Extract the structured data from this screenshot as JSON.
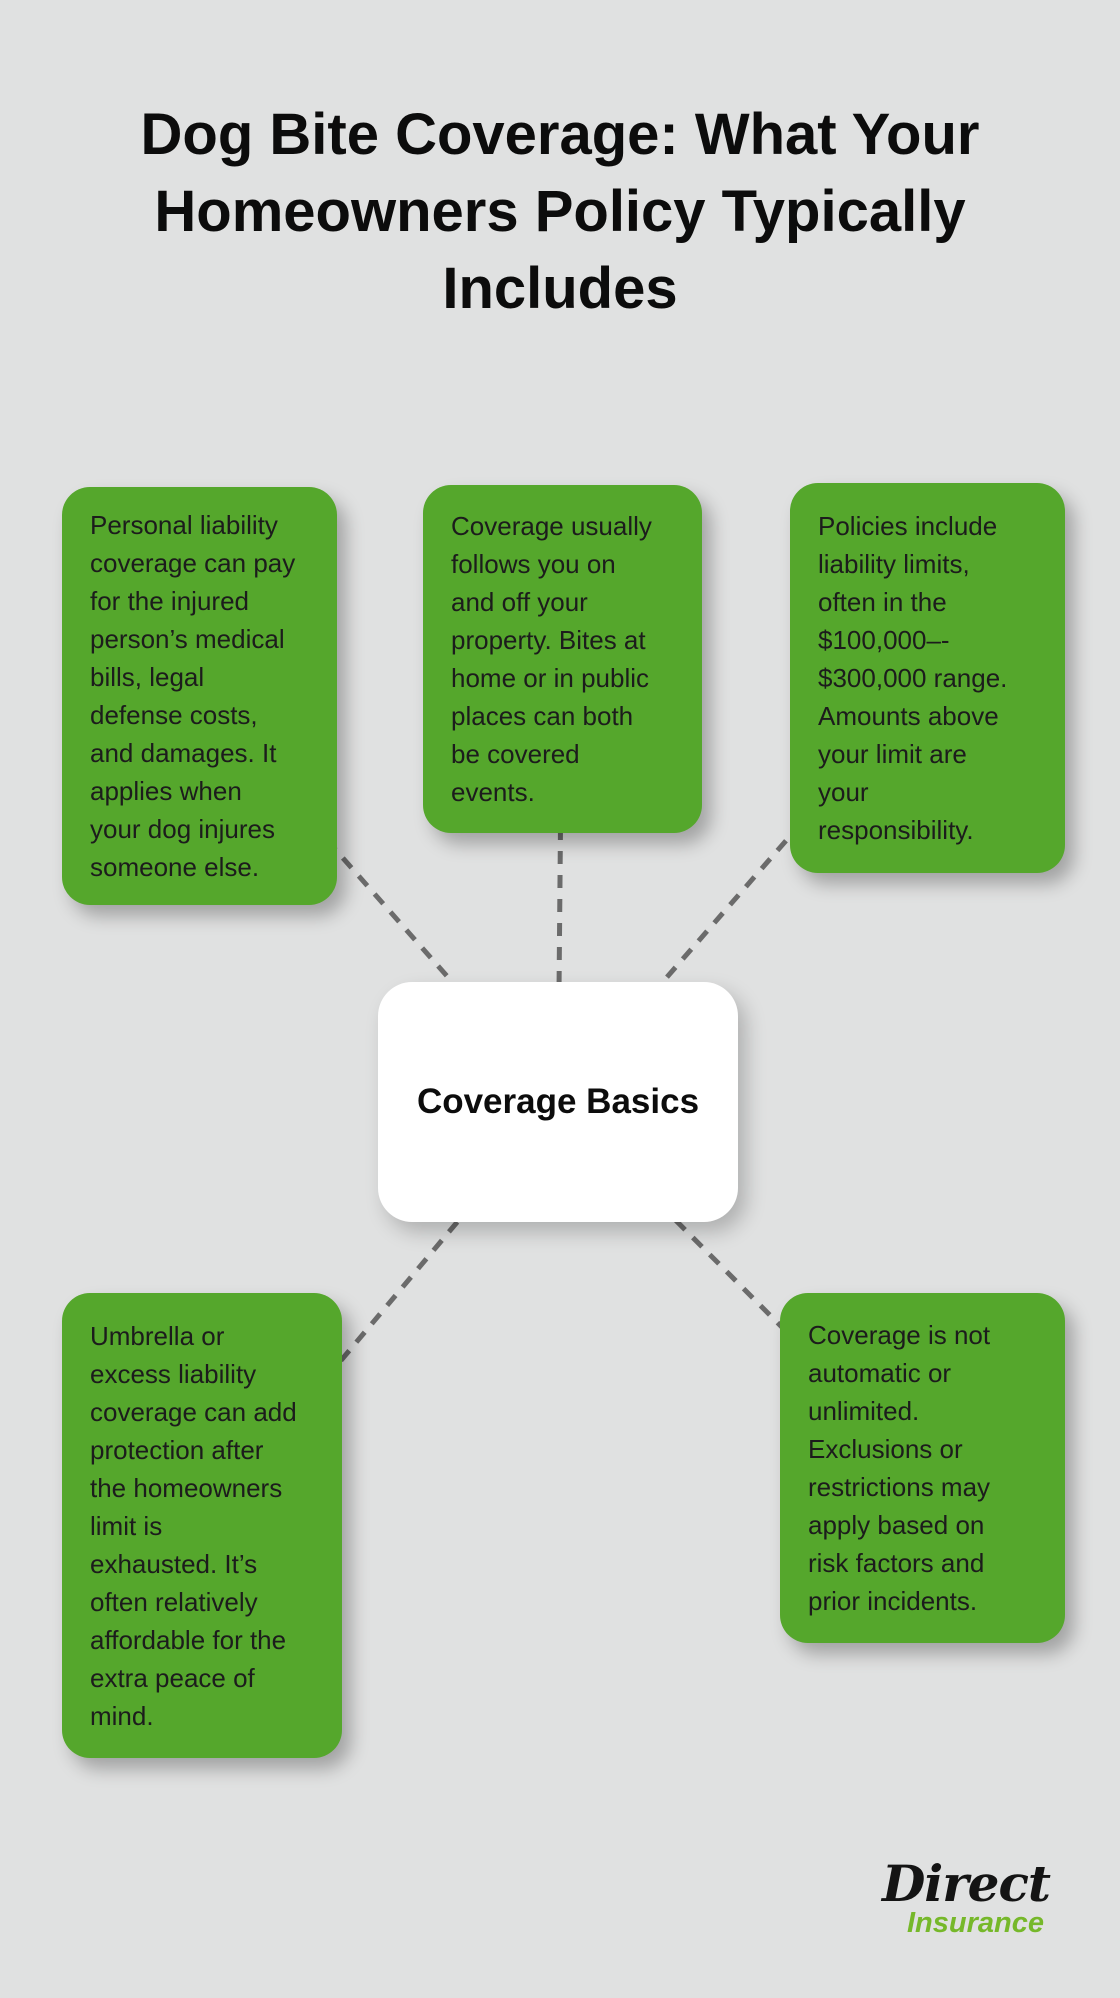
{
  "title": "Dog Bite Coverage: What Your\nHomeowners Policy Typically\nIncludes",
  "center_node": {
    "label": "Coverage Basics"
  },
  "cards": [
    {
      "id": "personal-liability",
      "text": "Personal liability\ncoverage can pay\nfor the injured\nperson’s medical\nbills, legal\ndefense costs,\nand damages. It\napplies when\nyour dog injures\nsomeone else."
    },
    {
      "id": "on-and-off-property",
      "text": "Coverage usually\nfollows you on\nand off your\nproperty. Bites at\nhome or in public\nplaces can both\nbe covered\nevents."
    },
    {
      "id": "liability-limits",
      "text": "Policies include\nliability limits,\noften in the\n$100,000–-\n$300,000 range.\nAmounts above\nyour limit are\nyour\nresponsibility."
    },
    {
      "id": "umbrella-coverage",
      "text": "Umbrella or\nexcess liability\ncoverage can add\nprotection after\nthe homeowners\nlimit is\nexhausted. It’s\noften relatively\naffordable for the\nextra peace of\nmind."
    },
    {
      "id": "not-automatic",
      "text": "Coverage is not\nautomatic or\nunlimited.\nExclusions or\nrestrictions may\napply based on\nrisk factors and\nprior incidents."
    }
  ],
  "logo": {
    "primary": "Direct",
    "secondary": "Insurance"
  },
  "colors": {
    "background": "#e0e1e1",
    "card_green": "#55a72c",
    "center_white": "#ffffff",
    "connector_gray": "#6b6b6b",
    "logo_green": "#76b82a",
    "text_black": "#1c1c1c"
  }
}
